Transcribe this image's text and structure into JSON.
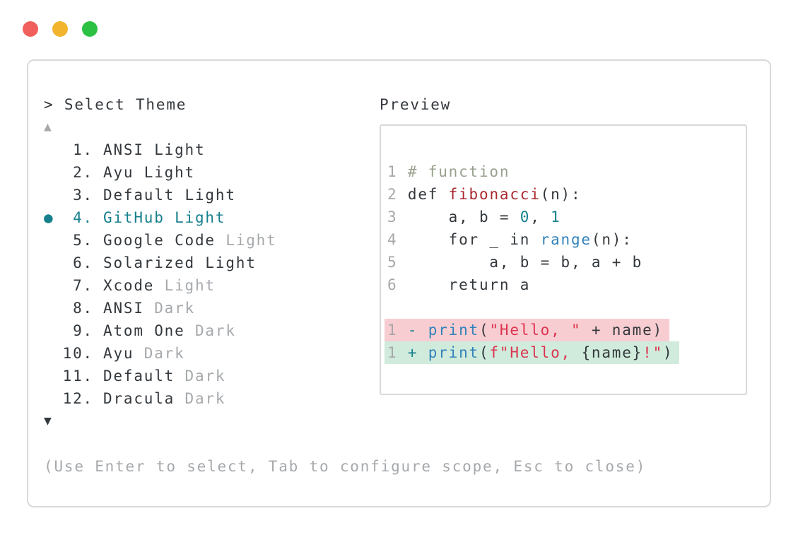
{
  "colors": {
    "text_dark": "#33383d",
    "muted": "#a6a9ac",
    "accent": "#17808d",
    "border": "#d9d9d9",
    "comment": "#99a18f",
    "function_red": "#a9282e",
    "string_red": "#dc3350",
    "builtin_blue": "#3182bb",
    "lineno": "#a5a8aa",
    "diff_removed_bg": "#f8cdd1",
    "diff_added_bg": "#d0ebdb",
    "traffic_red": "#f15f5c",
    "traffic_yellow": "#f2b42d",
    "traffic_green": "#2dc144"
  },
  "window_controls": {
    "close": "close",
    "minimize": "minimize",
    "zoom": "zoom"
  },
  "theme_picker": {
    "title": "> Select Theme",
    "scroll_up_indicator": "▲",
    "scroll_down_indicator": "▼",
    "selected_bullet": "●",
    "items": [
      {
        "number": "1.",
        "name": "ANSI Light",
        "suffix": "",
        "selected": false
      },
      {
        "number": "2.",
        "name": "Ayu Light",
        "suffix": "",
        "selected": false
      },
      {
        "number": "3.",
        "name": "Default Light",
        "suffix": "",
        "selected": false
      },
      {
        "number": "4.",
        "name": "GitHub Light",
        "suffix": "",
        "selected": true
      },
      {
        "number": "5.",
        "name": "Google Code",
        "suffix": "Light",
        "selected": false
      },
      {
        "number": "6.",
        "name": "Solarized Light",
        "suffix": "",
        "selected": false
      },
      {
        "number": "7.",
        "name": "Xcode",
        "suffix": "Light",
        "selected": false
      },
      {
        "number": "8.",
        "name": "ANSI",
        "suffix": "Dark",
        "selected": false
      },
      {
        "number": "9.",
        "name": "Atom One",
        "suffix": "Dark",
        "selected": false
      },
      {
        "number": "10.",
        "name": "Ayu",
        "suffix": "Dark",
        "selected": false
      },
      {
        "number": "11.",
        "name": "Default",
        "suffix": "Dark",
        "selected": false
      },
      {
        "number": "12.",
        "name": "Dracula",
        "suffix": "Dark",
        "selected": false
      }
    ],
    "help_text": "(Use Enter to select, Tab to configure scope, Esc to close)"
  },
  "preview": {
    "label": "Preview",
    "code_lines": [
      {
        "number": "1 ",
        "diff": "",
        "tokens": [
          [
            "# function",
            "comment"
          ]
        ]
      },
      {
        "number": "2 ",
        "diff": "",
        "tokens": [
          [
            "def ",
            "plain"
          ],
          [
            "fibonacci",
            "func"
          ],
          [
            "(n):",
            "plain"
          ]
        ]
      },
      {
        "number": "3 ",
        "diff": "",
        "tokens": [
          [
            "    a, b = ",
            "plain"
          ],
          [
            "0",
            "num"
          ],
          [
            ", ",
            "plain"
          ],
          [
            "1",
            "num"
          ]
        ]
      },
      {
        "number": "4 ",
        "diff": "",
        "tokens": [
          [
            "    for _ in ",
            "plain"
          ],
          [
            "range",
            "builtin"
          ],
          [
            "(n):",
            "plain"
          ]
        ]
      },
      {
        "number": "5 ",
        "diff": "",
        "tokens": [
          [
            "        a, b = b, a + b",
            "plain"
          ]
        ]
      },
      {
        "number": "6 ",
        "diff": "",
        "tokens": [
          [
            "    return a",
            "plain"
          ]
        ]
      },
      {
        "number": "",
        "diff": "",
        "tokens": []
      },
      {
        "number": "1 ",
        "diff": "removed",
        "tokens": [
          [
            "- ",
            "sign"
          ],
          [
            "print",
            "builtin"
          ],
          [
            "(",
            "plain"
          ],
          [
            "\"Hello, \"",
            "string"
          ],
          [
            " + name)",
            "plain"
          ]
        ]
      },
      {
        "number": "1 ",
        "diff": "added",
        "tokens": [
          [
            "+ ",
            "sign"
          ],
          [
            "print",
            "builtin"
          ],
          [
            "(",
            "plain"
          ],
          [
            "f\"Hello, ",
            "string"
          ],
          [
            "{name}",
            "plain"
          ],
          [
            "!\"",
            "string"
          ],
          [
            ")",
            "plain"
          ]
        ]
      }
    ]
  }
}
